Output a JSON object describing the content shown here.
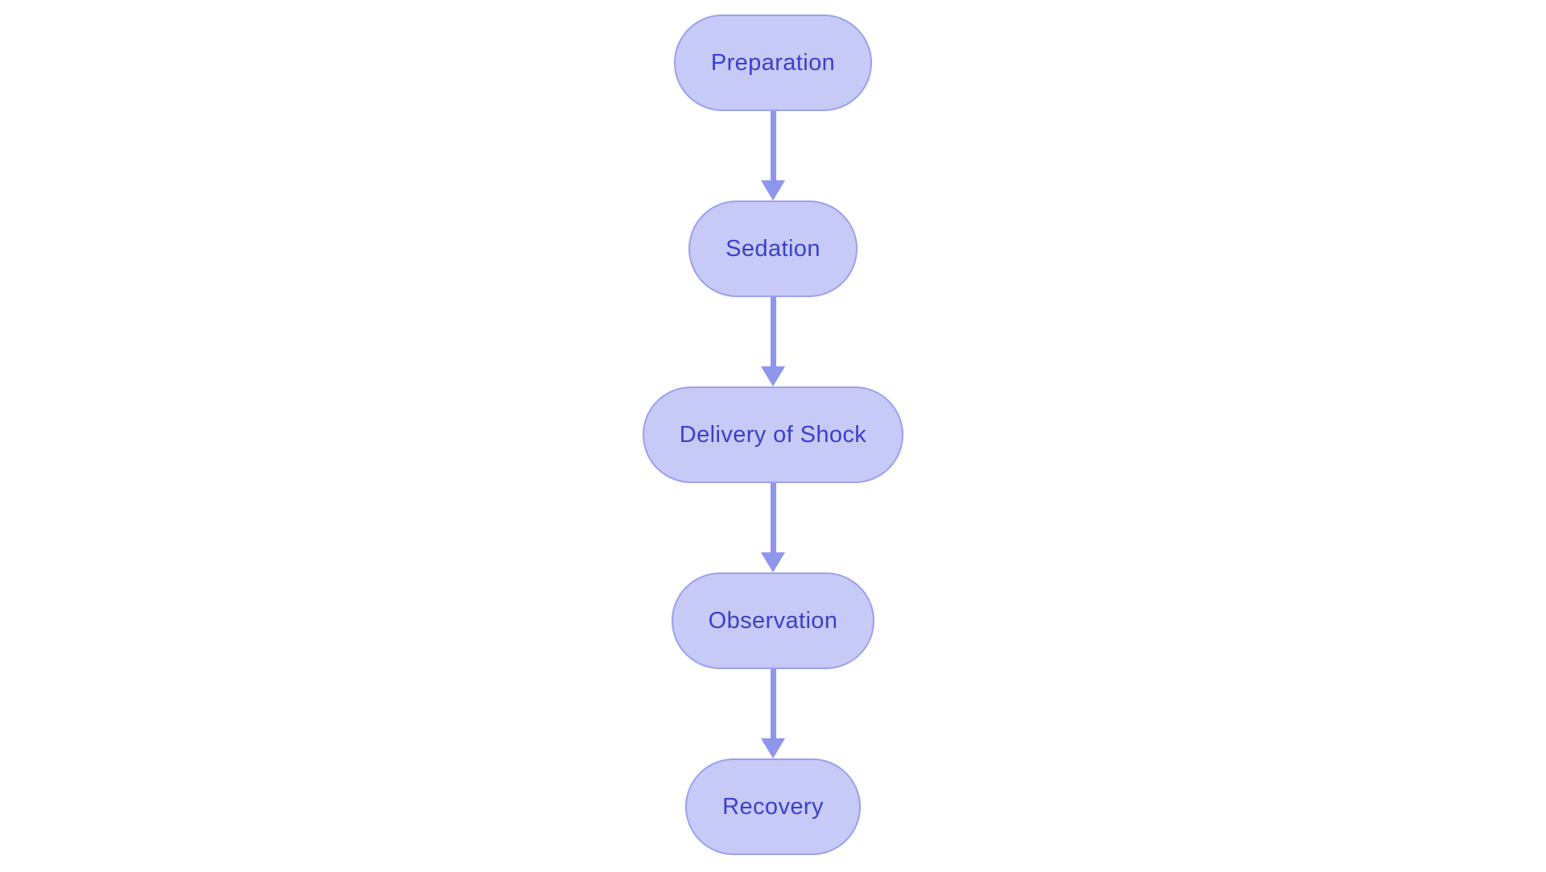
{
  "diagram": {
    "type": "flowchart",
    "direction": "top-down",
    "nodes": [
      {
        "id": "preparation",
        "label": "Preparation"
      },
      {
        "id": "sedation",
        "label": "Sedation"
      },
      {
        "id": "delivery-of-shock",
        "label": "Delivery of Shock"
      },
      {
        "id": "observation",
        "label": "Observation"
      },
      {
        "id": "recovery",
        "label": "Recovery"
      }
    ],
    "edges": [
      {
        "from": "Preparation",
        "to": "Sedation",
        "style": "arrow-down"
      },
      {
        "from": "Sedation",
        "to": "Delivery of Shock",
        "style": "arrow-down"
      },
      {
        "from": "Delivery of Shock",
        "to": "Observation",
        "style": "arrow-down"
      },
      {
        "from": "Observation",
        "to": "Recovery",
        "style": "arrow-down"
      }
    ],
    "colors": {
      "node_fill": "#c7caf6",
      "node_border": "#9aa0f0",
      "node_text": "#3a40c8",
      "arrow": "#8e96ee",
      "background": "#ffffff"
    }
  }
}
